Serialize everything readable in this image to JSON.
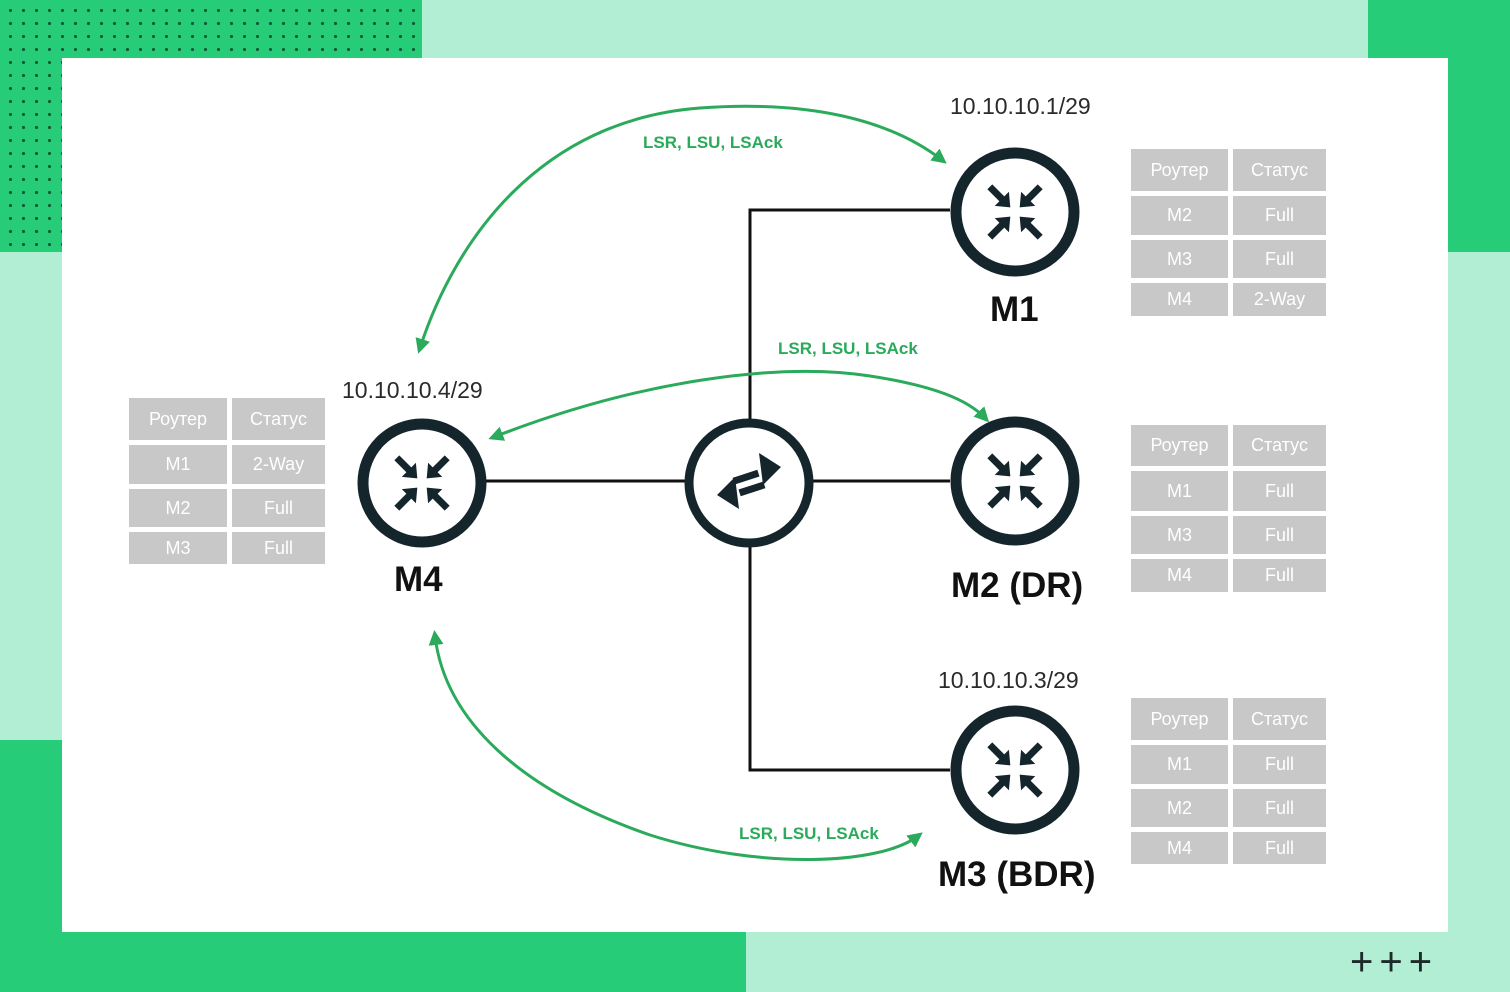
{
  "colors": {
    "accent": "#27cc78",
    "light_green": "#b1eed3",
    "arrow": "#2aaa5a",
    "router": "#14252c",
    "table_cell": "#c8c8c8"
  },
  "routers": {
    "m1": {
      "name": "M1",
      "ip": "10.10.10.1/29"
    },
    "m2": {
      "name": "M2 (DR)"
    },
    "m3": {
      "name": "M3 (BDR)",
      "ip": "10.10.10.3/29"
    },
    "m4": {
      "name": "M4",
      "ip": "10.10.10.4/29"
    }
  },
  "switch": {
    "icon": "bidirectional-arrows-icon"
  },
  "messages": {
    "top": "LSR, LSU, LSAck",
    "middle": "LSR, LSU, LSAck",
    "bottom": "LSR, LSU, LSAck"
  },
  "tables": {
    "m1": {
      "headers": [
        "Роутер",
        "Статус"
      ],
      "rows": [
        [
          "M2",
          "Full"
        ],
        [
          "M3",
          "Full"
        ],
        [
          "M4",
          "2-Way"
        ]
      ]
    },
    "m2": {
      "headers": [
        "Роутер",
        "Статус"
      ],
      "rows": [
        [
          "M1",
          "Full"
        ],
        [
          "M3",
          "Full"
        ],
        [
          "M4",
          "Full"
        ]
      ]
    },
    "m3": {
      "headers": [
        "Роутер",
        "Статус"
      ],
      "rows": [
        [
          "M1",
          "Full"
        ],
        [
          "M2",
          "Full"
        ],
        [
          "M4",
          "Full"
        ]
      ]
    },
    "m4": {
      "headers": [
        "Роутер",
        "Статус"
      ],
      "rows": [
        [
          "M1",
          "2-Way"
        ],
        [
          "M2",
          "Full"
        ],
        [
          "M3",
          "Full"
        ]
      ]
    }
  },
  "decoration": {
    "plus_marks": "+++"
  }
}
